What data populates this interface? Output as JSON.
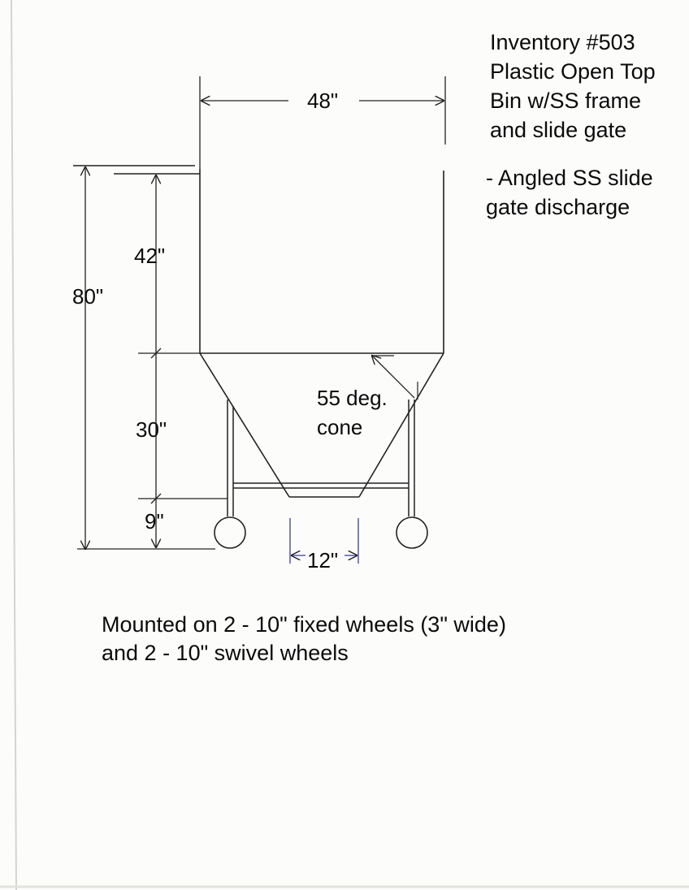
{
  "title_block": {
    "line1": "Inventory #503",
    "line2": "Plastic Open Top",
    "line3": "Bin w/SS frame",
    "line4": "and slide gate"
  },
  "feature_note": {
    "line1": "- Angled SS slide",
    "line2": "gate discharge"
  },
  "dimensions": {
    "width_top": "48\"",
    "overall_height": "80\"",
    "bin_height": "42\"",
    "cone_height": "30\"",
    "leg_clearance": "9\"",
    "outlet_width": "12\""
  },
  "cone_annotation": {
    "line1": "55 deg.",
    "line2": "cone"
  },
  "wheel_note": {
    "line1": "Mounted on 2 - 10\" fixed wheels (3\" wide)",
    "line2": "and 2 - 10\" swivel wheels"
  },
  "colors": {
    "paper": "#fcfcfb",
    "ink": "#222222",
    "dimension_blue": "#3a3aa0"
  }
}
